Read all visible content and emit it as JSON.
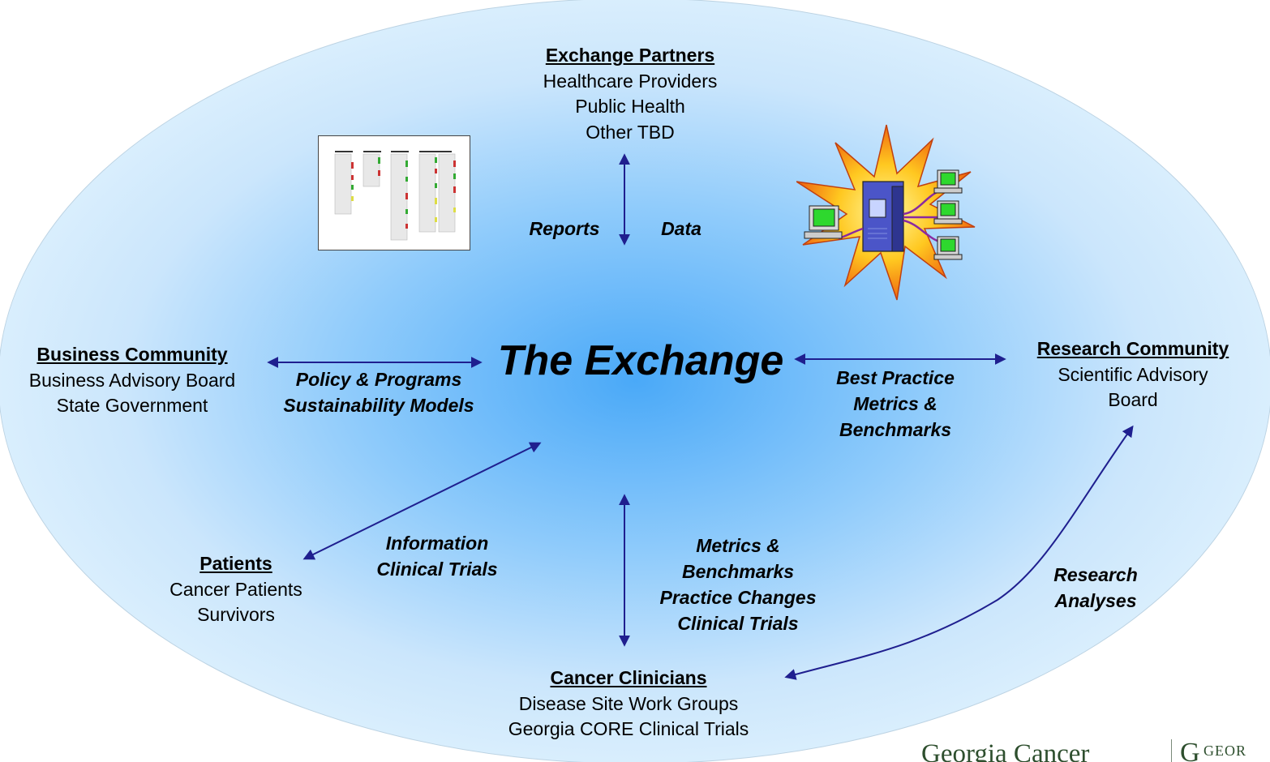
{
  "center": {
    "title": "The Exchange"
  },
  "nodes": {
    "exchange_partners": {
      "heading": "Exchange Partners",
      "lines": [
        "Healthcare Providers",
        "Public Health",
        "Other TBD"
      ]
    },
    "business_community": {
      "heading": "Business Community",
      "lines": [
        "Business Advisory Board",
        "State Government"
      ]
    },
    "research_community": {
      "heading": "Research Community",
      "lines": [
        "Scientific Advisory",
        "Board"
      ]
    },
    "patients": {
      "heading": "Patients",
      "lines": [
        "Cancer Patients",
        "Survivors"
      ]
    },
    "cancer_clinicians": {
      "heading": "Cancer Clinicians",
      "lines": [
        "Disease Site Work Groups",
        "Georgia CORE Clinical Trials"
      ]
    }
  },
  "flows": {
    "partners_reports": "Reports",
    "partners_data": "Data",
    "business": [
      "Policy & Programs",
      "Sustainability Models"
    ],
    "research": [
      "Best Practice",
      "Metrics &",
      "Benchmarks"
    ],
    "patients": [
      "Information",
      "Clinical Trials"
    ],
    "clinicians": [
      "Metrics &",
      "Benchmarks",
      "Practice Changes",
      "Clinical Trials"
    ],
    "research_clinicians": [
      "Research",
      "Analyses"
    ]
  },
  "logo": {
    "text": "Georgia Cancer",
    "mark": "G",
    "text2": "GEOR"
  },
  "colors": {
    "arrow": "#1f1f8f",
    "ellipse_center": "#5ab3fa",
    "ellipse_edge": "#d6ecfc"
  }
}
